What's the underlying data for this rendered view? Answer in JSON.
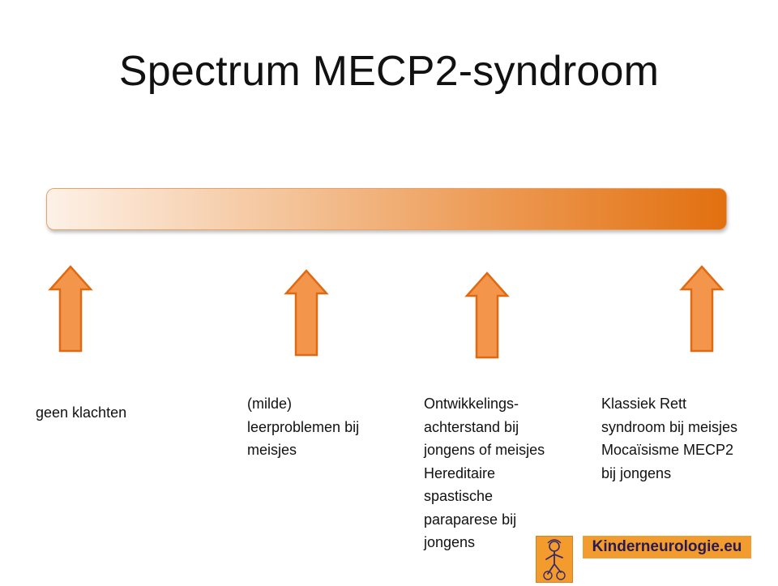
{
  "slide": {
    "title": "Spectrum MECP2-syndroom"
  },
  "colors": {
    "arrow_fill": "#f3954a",
    "arrow_stroke": "#e06a12",
    "bar_light": "#fdf1e7",
    "bar_dark": "#e2700f",
    "logo_orange": "#f29c2f",
    "logo_text": "#2b1a4f"
  },
  "labels": [
    {
      "text": "geen klachten"
    },
    {
      "text": "(milde)\nleerproblemen bij\nmeisjes"
    },
    {
      "text": "Ontwikkelings-\nachterstand bij\njongens of meisjes\nHereditaire\nspastische\nparaparese bij\njongens"
    },
    {
      "text": "Klassiek Rett\nsyndroom bij meisjes\nMocaïsisme MECP2\nbij jongens"
    }
  ],
  "logo": {
    "text": "Kinderneurologie.eu",
    "figure_icon": "child-figure-icon"
  }
}
